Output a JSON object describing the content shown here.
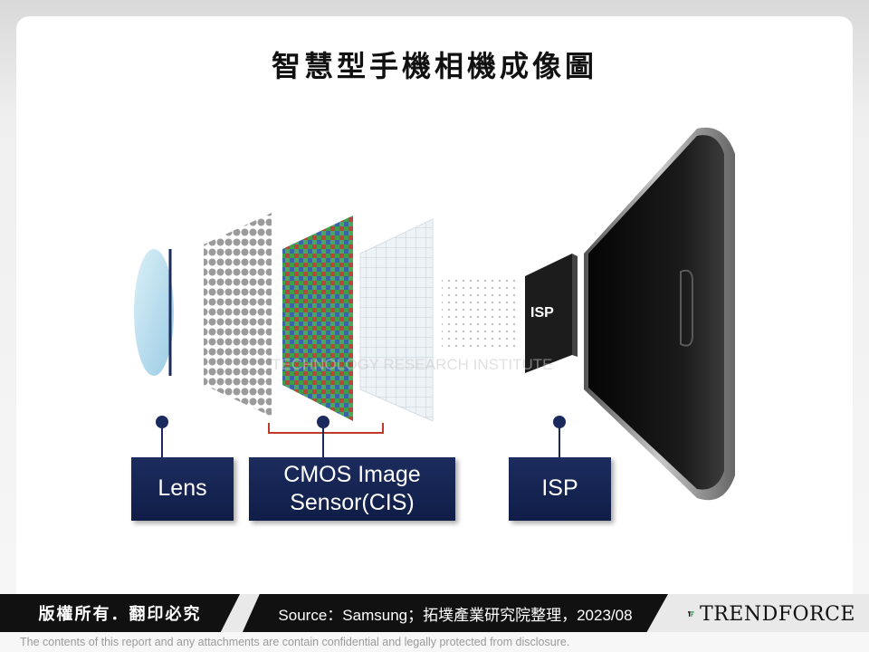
{
  "title": "智慧型手機相機成像圖",
  "labels": {
    "lens": "Lens",
    "cis": "CMOS Image\nSensor(CIS)",
    "isp": "ISP",
    "isp_chip": "ISP"
  },
  "watermark": "TECHNOLOGY RESEARCH INSTITUTE",
  "footer": {
    "copyright": "版權所有．翻印必究",
    "source": "Source：Samsung；拓墣產業研究院整理，2023/08",
    "logo": "TRENDFORCE",
    "disclaimer": "The contents of this report and any attachments are contain confidential and legally protected from disclosure."
  },
  "colors": {
    "label_box": "#1a2a5c",
    "bracket": "#c0392b",
    "logo_green": "#2e9e48"
  }
}
